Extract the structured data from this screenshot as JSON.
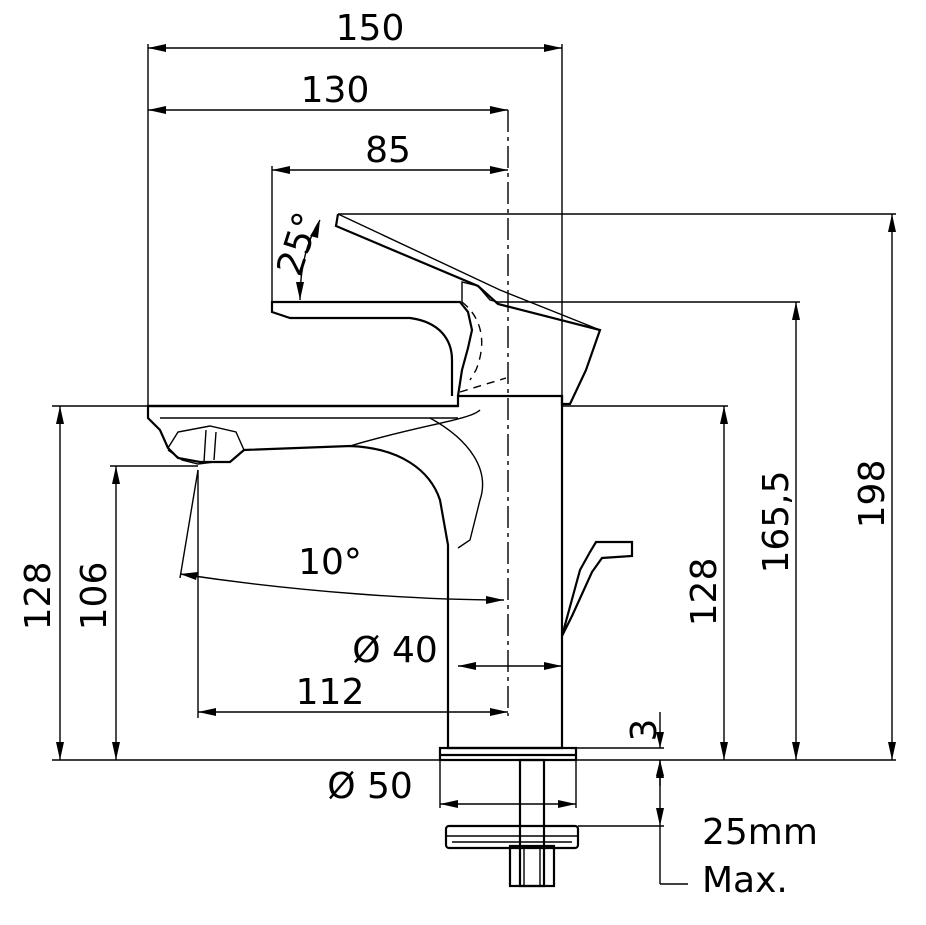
{
  "dimensions": {
    "width_150": "150",
    "width_130": "130",
    "width_85": "85",
    "angle_25": "25°",
    "angle_10": "10°",
    "height_128_left": "128",
    "height_106": "106",
    "height_128_right": "128",
    "height_165_5": "165,5",
    "height_198": "198",
    "diameter_40": "Ø 40",
    "reach_112": "112",
    "gap_3": "3",
    "diameter_50": "Ø 50",
    "max_thickness_line1": "25mm",
    "max_thickness_line2": "Max."
  },
  "colors": {
    "ink": "#000000",
    "background": "#ffffff"
  }
}
